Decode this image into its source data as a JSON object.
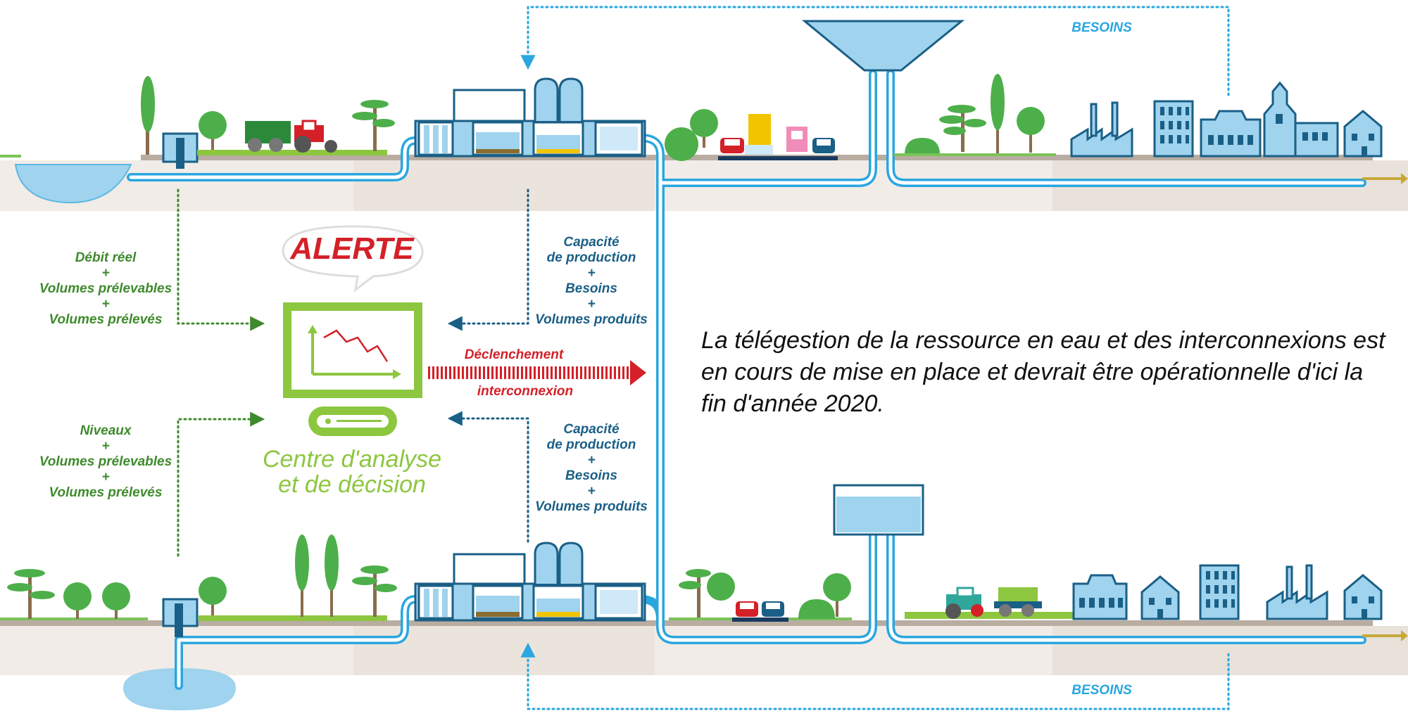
{
  "diagram": {
    "top_feedback_label": "BESOINS",
    "bottom_feedback_label": "BESOINS",
    "alert_bubble": "ALERTE",
    "centre_label_lines": [
      "Centre d'analyse",
      "et de décision"
    ],
    "left_top_inputs": [
      "Débit réel",
      "+",
      "Volumes prélevables",
      "+",
      "Volumes prélevés"
    ],
    "left_bottom_inputs": [
      "Niveaux",
      "+",
      "Volumes prélevables",
      "+",
      "Volumes prélevés"
    ],
    "right_top_inputs": [
      "Capacité",
      "de production",
      "+",
      "Besoins",
      "+",
      "Volumes produits"
    ],
    "right_bottom_inputs": [
      "Capacité",
      "de production",
      "+",
      "Besoins",
      "+",
      "Volumes produits"
    ],
    "trigger_label_lines": [
      "Déclenchement",
      "interconnexion"
    ],
    "paragraph_lines": [
      "La télégestion de la ressource en eau et des interconnexions est",
      "en cours de mise en place et devrait être opérationnelle d'ici la",
      "fin d'année 2020."
    ]
  },
  "colors": {
    "water": "#9fd3ee",
    "pipe": "#2aa6e0",
    "green_text": "#3e8a2c",
    "blue_text": "#1a5f86",
    "alert_red": "#d42028",
    "monitor_green": "#8dc63f",
    "tree_green": "#4daf4a",
    "ground": "#f1ece7"
  },
  "icons": [
    "river-icon",
    "well-icon",
    "pump-station-icon",
    "treatment-plant-icon",
    "water-tower-icon",
    "tree-icon",
    "car-icon",
    "tractor-icon",
    "factory-icon",
    "house-icon",
    "church-icon",
    "office-building-icon",
    "monitor-chart-icon",
    "server-icon",
    "alert-bubble-icon"
  ]
}
